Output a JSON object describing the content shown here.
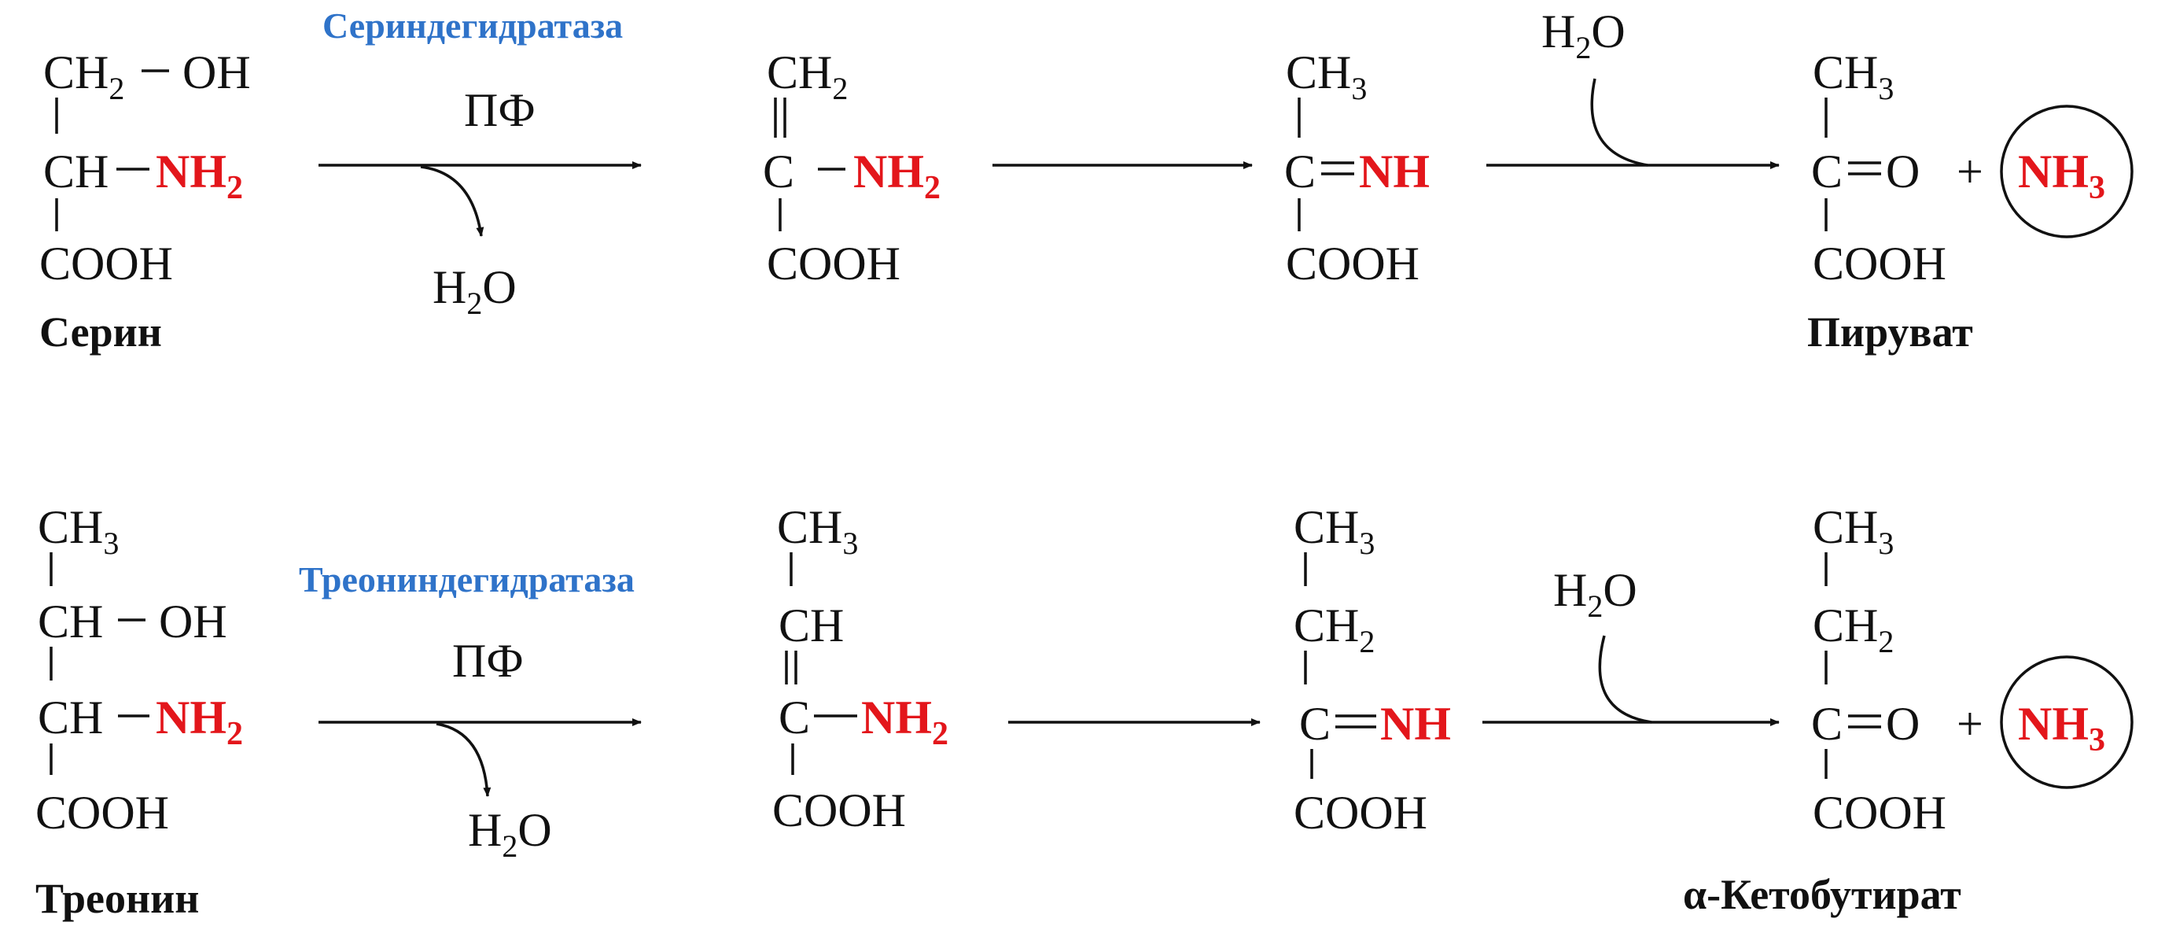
{
  "row1": {
    "serine": {
      "top_left": "CH",
      "top_sub": "2",
      "top_right": "OH",
      "mid_left": "CH",
      "mid_right": "NH",
      "mid_sub": "2",
      "bottom": "COOH",
      "name": "Серин"
    },
    "enzyme": "Сериндегидратаза",
    "cofactor": "ПФ",
    "water_out": {
      "main": "H",
      "sub": "2",
      "tail": "O"
    },
    "aminoacrylate": {
      "top": "CH",
      "top_sub": "2",
      "mid_left": "C",
      "mid_right": "NH",
      "mid_sub": "2",
      "bottom": "COOH"
    },
    "iminopyruvate": {
      "top": "CH",
      "top_sub": "3",
      "mid_left": "C",
      "mid_right": "NH",
      "bottom": "COOH"
    },
    "water_in": {
      "main": "H",
      "sub": "2",
      "tail": "O"
    },
    "pyruvate": {
      "top": "CH",
      "top_sub": "3",
      "mid_left": "C",
      "mid_right": "O",
      "plus": "+",
      "bottom": "COOH",
      "name": "Пируват"
    },
    "ammonia": {
      "main": "NH",
      "sub": "3"
    }
  },
  "row2": {
    "threonine": {
      "top": "CH",
      "top_sub": "3",
      "r2_left": "CH",
      "r2_right": "OH",
      "r3_left": "CH",
      "r3_right": "NH",
      "r3_sub": "2",
      "bottom": "COOH",
      "name": "Треонин"
    },
    "enzyme": "Треониндегидратаза",
    "cofactor": "ПФ",
    "water_out": {
      "main": "H",
      "sub": "2",
      "tail": "O"
    },
    "aminocrotonate": {
      "top": "CH",
      "top_sub": "3",
      "r2": "CH",
      "r3_left": "C",
      "r3_right": "NH",
      "r3_sub": "2",
      "bottom": "COOH"
    },
    "iminobutyrate": {
      "top": "CH",
      "top_sub": "3",
      "r2": "CH",
      "r2_sub": "2",
      "r3_left": "C",
      "r3_right": "NH",
      "bottom": "COOH"
    },
    "water_in": {
      "main": "H",
      "sub": "2",
      "tail": "O"
    },
    "ketobutyrate": {
      "top": "CH",
      "top_sub": "3",
      "r2": "CH",
      "r2_sub": "2",
      "r3_left": "C",
      "r3_right": "O",
      "plus": "+",
      "bottom": "COOH",
      "name": "α-Кетобутират"
    },
    "ammonia": {
      "main": "NH",
      "sub": "3"
    }
  }
}
